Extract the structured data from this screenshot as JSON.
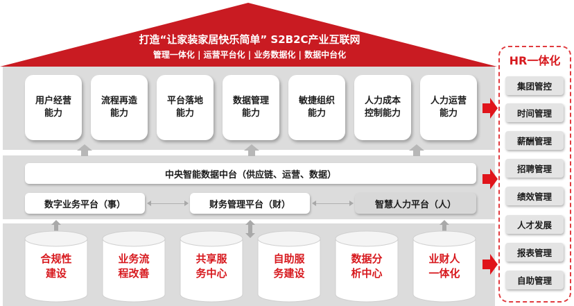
{
  "header": {
    "title": "打造“让家装家居快乐简单”    S2B2C产业互联网",
    "subtitle": "管理一体化 | 运营平台化 | 业务数据化 | 数据中台化"
  },
  "capabilities": [
    "用户经营\n能力",
    "流程再造\n能力",
    "平台落地\n能力",
    "数据管理\n能力",
    "敏捷组织\n能力",
    "人力成本\n控制能力",
    "人力运营\n能力"
  ],
  "platform": {
    "central": "中央智能数据中台（供应链、运营、数据）",
    "digital_business": "数字业务平台（事）",
    "finance": "财务管理平台（财）",
    "smart_hr": "智慧人力平台（人）"
  },
  "foundations": [
    "合规性\n建设",
    "业务流\n程改善",
    "共享服\n务中心",
    "自助服\n务建设",
    "数据分\n析中心",
    "业财人\n一体化"
  ],
  "hr_panel": {
    "title": "HR一体化",
    "items": [
      "集团管控",
      "时间管理",
      "薪酬管理",
      "招聘管理",
      "绩效管理",
      "人才发展",
      "报表管理",
      "自助管理"
    ]
  },
  "colors": {
    "brand_red": "#d7191e",
    "roof_red": "#c91b22",
    "band_grey": "#dcdcdc"
  }
}
